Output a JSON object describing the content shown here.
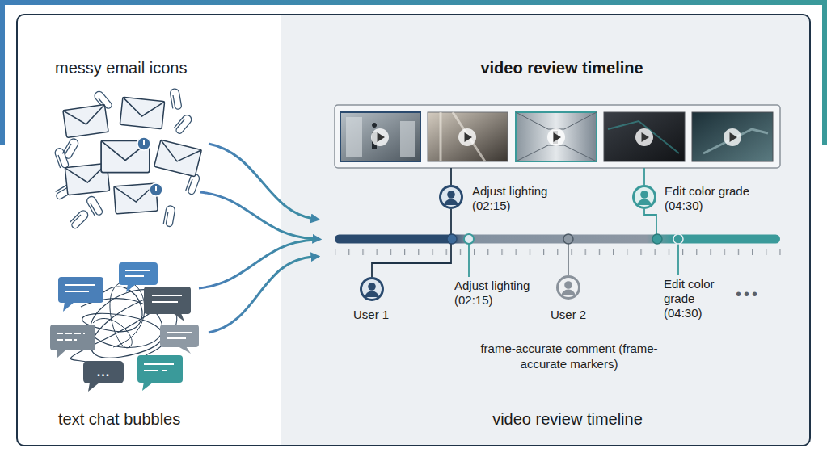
{
  "diagram": {
    "nodes": [
      {
        "text": [
          "video review timeline",
          "video review timeline"
        ]
      },
      {
        "text": [
          "..."
        ]
      }
    ],
    "labels": [
      "messy email icons",
      "text chat bubbles",
      "Adjust lighting (02:15)",
      "Edit color grade (04:30)",
      "User 1",
      "Adjust lighting (02:15)",
      "User 2",
      "Edit color grade (04:30)",
      "frame-accurate comment (frame-accurate markers)",
      "•••"
    ]
  }
}
